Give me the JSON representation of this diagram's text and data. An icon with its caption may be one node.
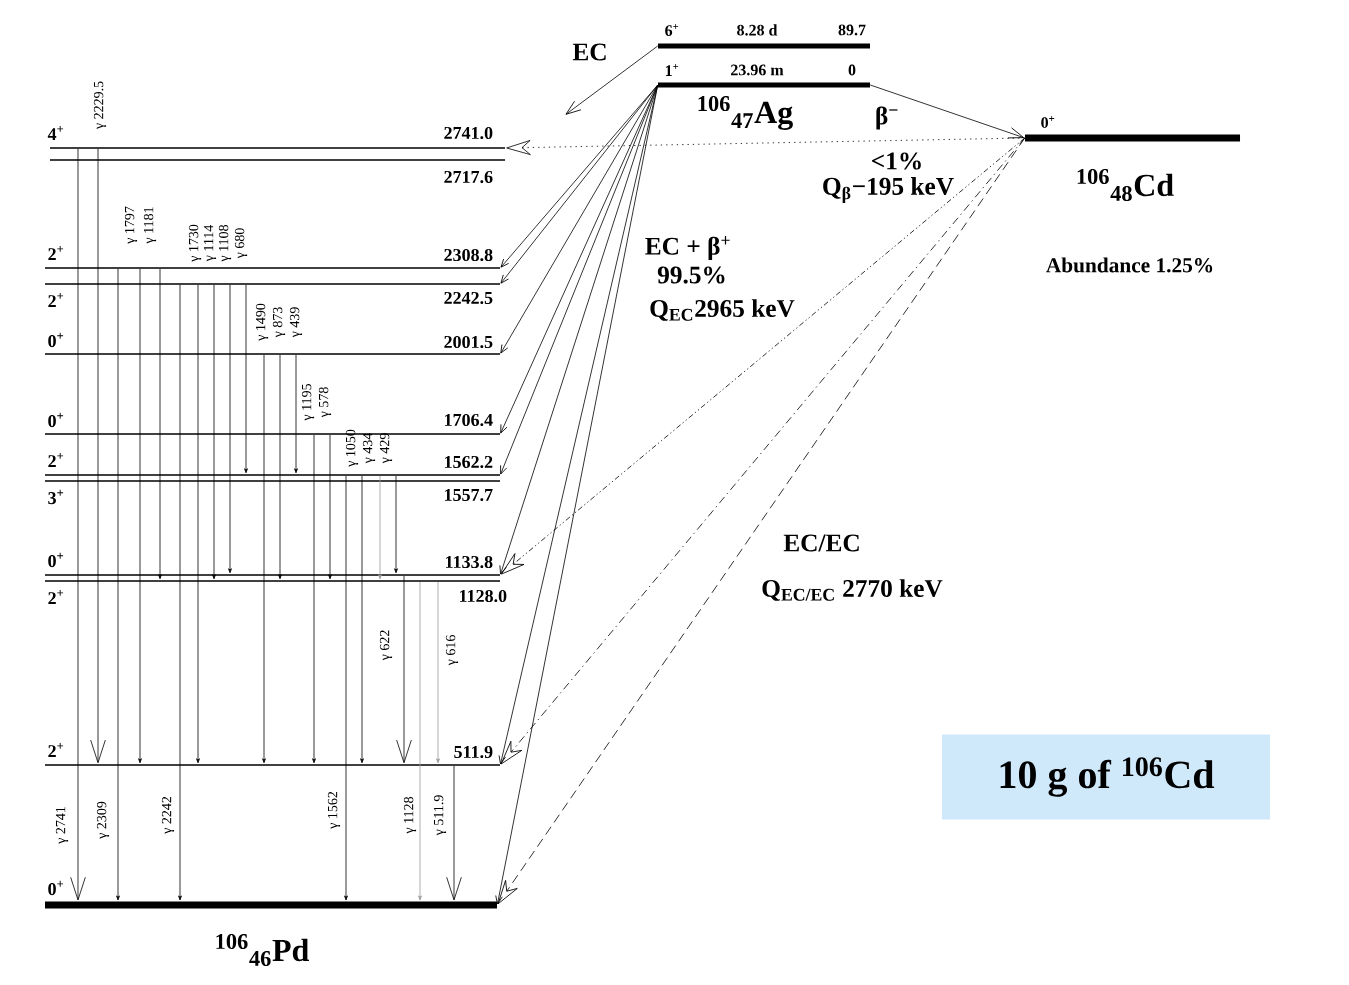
{
  "diagram": {
    "nodes": [
      {
        "text": [
          "6$^{+}$",
          "8.28 d",
          "89.7"
        ]
      },
      {
        "text": [
          "1$^{+}$",
          "23.96 m",
          "0"
        ]
      },
      {
        "text": [
          "0$^{+}$"
        ]
      },
      {
        "text": [
          "4$^{+}$",
          "2741.0"
        ]
      },
      {
        "text": [
          "2717.6"
        ]
      },
      {
        "text": [
          "2$^{+}$",
          "2308.8"
        ]
      },
      {
        "text": [
          "2$^{+}$",
          "2242.5"
        ]
      },
      {
        "text": [
          "0$^{+}$",
          "2001.5"
        ]
      },
      {
        "text": [
          "0$^{+}$",
          "1706.4"
        ]
      },
      {
        "text": [
          "2$^{+}$",
          "1562.2"
        ]
      },
      {
        "text": [
          "3$^{+}$",
          "1557.7"
        ]
      },
      {
        "text": [
          "0$^{+}$",
          "1133.8"
        ]
      },
      {
        "text": [
          "2$^{+}$",
          "1128.0"
        ]
      },
      {
        "text": [
          "2$^{+}$",
          "511.9"
        ]
      },
      {
        "text": [
          "0$^{+}$"
        ]
      },
      {
        "text": [
          "10 g of $^{106}$Cd"
        ]
      }
    ],
    "edges": [
      {
        "from": 0,
        "to": null,
        "arrow": "to",
        "label": "EC"
      },
      {
        "from": 1,
        "to": 2,
        "arrow": "to"
      },
      {
        "from": 1,
        "to": 5,
        "arrow": "to"
      },
      {
        "from": 1,
        "to": 6,
        "arrow": "to"
      },
      {
        "from": 1,
        "to": 7,
        "arrow": "to"
      },
      {
        "from": 1,
        "to": 8,
        "arrow": "to"
      },
      {
        "from": 1,
        "to": 9,
        "arrow": "to"
      },
      {
        "from": 1,
        "to": 11,
        "arrow": "to"
      },
      {
        "from": 1,
        "to": 13,
        "arrow": "to"
      },
      {
        "from": 1,
        "to": 14,
        "arrow": "to"
      },
      {
        "from": 2,
        "to": 3,
        "arrow": "to",
        "style": "dashed"
      },
      {
        "from": 2,
        "to": 11,
        "arrow": "to",
        "style": "dashed"
      },
      {
        "from": 2,
        "to": 13,
        "arrow": "to",
        "style": "dashed"
      },
      {
        "from": 2,
        "to": 14,
        "arrow": "to",
        "style": "dashed"
      },
      {
        "from": 3,
        "to": 13,
        "arrow": "to",
        "label": "γ 2229.5"
      },
      {
        "from": 5,
        "to": 13,
        "arrow": "to",
        "label": "γ 1797"
      },
      {
        "from": 5,
        "to": 12,
        "arrow": "to",
        "label": "γ 1181"
      },
      {
        "from": 6,
        "to": 13,
        "arrow": "to",
        "label": "γ 1730"
      },
      {
        "from": 6,
        "to": 12,
        "arrow": "to",
        "label": "γ 1114"
      },
      {
        "from": 6,
        "to": 11,
        "arrow": "to",
        "label": "γ 1108"
      },
      {
        "from": 6,
        "to": 9,
        "arrow": "to",
        "label": "γ 680"
      },
      {
        "from": 7,
        "to": 13,
        "arrow": "to",
        "label": "γ 1490"
      },
      {
        "from": 7,
        "to": 12,
        "arrow": "to",
        "label": "γ 873"
      },
      {
        "from": 7,
        "to": 9,
        "arrow": "to",
        "label": "γ 439"
      },
      {
        "from": 8,
        "to": 13,
        "arrow": "to",
        "label": "γ 1195"
      },
      {
        "from": 8,
        "to": 12,
        "arrow": "to",
        "label": "γ 578"
      },
      {
        "from": 9,
        "to": 13,
        "arrow": "to",
        "label": "γ 1050"
      },
      {
        "from": 9,
        "to": 12,
        "arrow": "to",
        "label": "γ 434",
        "color": "#999999"
      },
      {
        "from": 9,
        "to": 11,
        "arrow": "to",
        "label": "γ 429"
      },
      {
        "from": 11,
        "to": 13,
        "arrow": "to",
        "label": "γ 622"
      },
      {
        "from": 12,
        "to": 13,
        "arrow": "to",
        "label": "γ 616",
        "color": "#999999"
      },
      {
        "from": 3,
        "to": 14,
        "arrow": "to",
        "label": "γ 2741"
      },
      {
        "from": 5,
        "to": 14,
        "arrow": "to",
        "label": "γ 2309"
      },
      {
        "from": 6,
        "to": 14,
        "arrow": "to",
        "label": "γ 2242"
      },
      {
        "from": 9,
        "to": 14,
        "arrow": "to",
        "label": "γ 1562"
      },
      {
        "from": 12,
        "to": 14,
        "arrow": "to",
        "label": "γ 1128",
        "color": "#999999"
      },
      {
        "from": 13,
        "to": 14,
        "arrow": "to",
        "label": "γ 511.9"
      }
    ],
    "labels": [
      "$^{106}$$_{47}$Ag",
      "β$^{−}$",
      "<1%",
      "Q$_{β}$−195 keV",
      "EC + β$^{+}$",
      "99.5%",
      "Q$_{EC}$2965 keV",
      "$^{106}$$_{48}$Cd",
      "Abundance 1.25%",
      "EC/EC",
      "Q$_{EC/EC}$ 2770 keV",
      "$^{106}$$_{46}$Pd"
    ]
  }
}
